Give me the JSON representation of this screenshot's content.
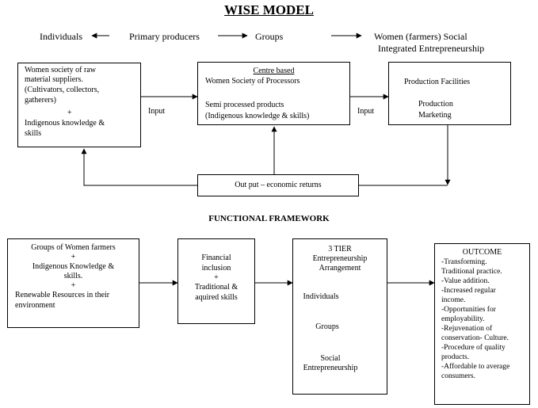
{
  "title": "WISE MODEL",
  "flow_row": {
    "individuals": "Individuals",
    "primary_producers": "Primary producers",
    "groups": "Groups",
    "women_social_1": "Women (farmers) Social",
    "women_social_2": "Integrated Entrepreneurship"
  },
  "model": {
    "box1": {
      "line1": "Women society of raw",
      "line2": "material suppliers.",
      "line3": "(Cultivators, collectors,",
      "line4": "gatherers)",
      "plus": "+",
      "line5": "Indigenous knowledge &",
      "line6": "skills"
    },
    "input_left": "Input",
    "box2": {
      "heading": "Centre based",
      "line1": "Women Society of Processors",
      "line2": "Semi processed products",
      "line3": "(Indigenous knowledge & skills)"
    },
    "input_right": "Input",
    "box3": {
      "top": "Production Facilities",
      "bottom1": "Production",
      "bottom2": "Marketing"
    },
    "output": "Out put – economic returns"
  },
  "framework": {
    "title": "FUNCTIONAL  FRAMEWORK",
    "box1": {
      "line1": "Groups of Women farmers",
      "plus1": "+",
      "line2": "Indigenous Knowledge &",
      "line3": "skills.",
      "plus2": "+",
      "line4": "Renewable Resources in their",
      "line5": "environment"
    },
    "box2": {
      "line1": "Financial",
      "line2": "inclusion",
      "plus": "+",
      "line3": "Traditional &",
      "line4": "aquired skills"
    },
    "box3": {
      "line1": "3 TIER",
      "line2": "Entrepreneurship",
      "line3": "Arrangement",
      "individuals": "Individuals",
      "groups": "Groups",
      "social1": "Social",
      "social2": "Entrepreneurship"
    },
    "outcome": {
      "title": "OUTCOME",
      "lines": [
        "-Transforming.",
        "Traditional practice.",
        "-Value addition.",
        "-Increased regular",
        "income.",
        "-Opportunities for",
        "employability.",
        "-Rejuvenation of",
        "conservation- Culture.",
        "-Procedure of quality",
        "products.",
        "-Affordable to average",
        "consumers."
      ]
    }
  }
}
